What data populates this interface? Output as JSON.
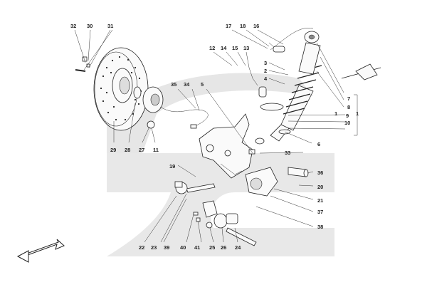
{
  "callouts": [
    {
      "id": "c1",
      "text": "1"
    },
    {
      "id": "c2",
      "text": "2"
    },
    {
      "id": "c3",
      "text": "3"
    },
    {
      "id": "c4",
      "text": "4"
    },
    {
      "id": "c5",
      "text": "5"
    },
    {
      "id": "c6",
      "text": "6"
    },
    {
      "id": "c7",
      "text": "7"
    },
    {
      "id": "c8",
      "text": "8"
    },
    {
      "id": "c9",
      "text": "9"
    },
    {
      "id": "c10",
      "text": "10"
    },
    {
      "id": "c11",
      "text": "11"
    },
    {
      "id": "c12",
      "text": "12"
    },
    {
      "id": "c13",
      "text": "13"
    },
    {
      "id": "c14",
      "text": "14"
    },
    {
      "id": "c15",
      "text": "15"
    },
    {
      "id": "c16",
      "text": "16"
    },
    {
      "id": "c17",
      "text": "17"
    },
    {
      "id": "c18",
      "text": "18"
    },
    {
      "id": "c19",
      "text": "19"
    },
    {
      "id": "c20",
      "text": "20"
    },
    {
      "id": "c21",
      "text": "21"
    },
    {
      "id": "c22",
      "text": "22"
    },
    {
      "id": "c23",
      "text": "23"
    },
    {
      "id": "c24",
      "text": "24"
    },
    {
      "id": "c25",
      "text": "25"
    },
    {
      "id": "c26",
      "text": "26"
    },
    {
      "id": "c27",
      "text": "27"
    },
    {
      "id": "c28",
      "text": "28"
    },
    {
      "id": "c29",
      "text": "29"
    },
    {
      "id": "c30",
      "text": "30"
    },
    {
      "id": "c31",
      "text": "31"
    },
    {
      "id": "c32",
      "text": "32"
    },
    {
      "id": "c33",
      "text": "33"
    },
    {
      "id": "c34",
      "text": "34"
    },
    {
      "id": "c35",
      "text": "35"
    },
    {
      "id": "c36",
      "text": "36"
    },
    {
      "id": "c37",
      "text": "37"
    },
    {
      "id": "c38",
      "text": "38"
    },
    {
      "id": "c39",
      "text": "39"
    },
    {
      "id": "c40",
      "text": "40"
    },
    {
      "id": "c41",
      "text": "41"
    }
  ],
  "colors": {
    "watermark": "#e6e6e6",
    "ink": "#222222"
  }
}
